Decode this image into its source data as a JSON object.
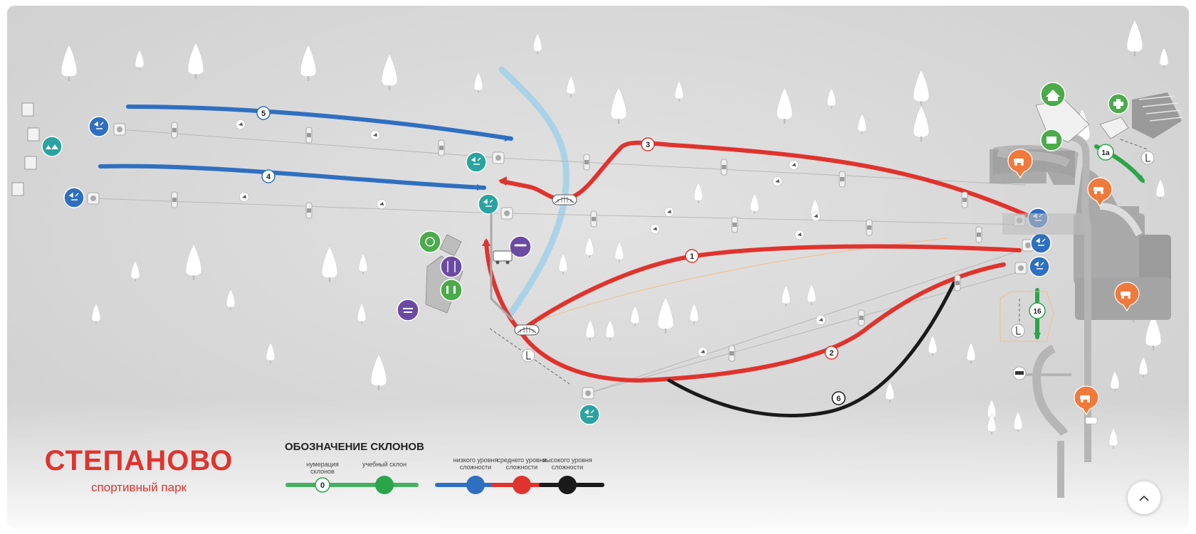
{
  "brand": {
    "name": "СТЕПАНОВО",
    "subtitle": "спортивный парк"
  },
  "legend": {
    "title": "ОБОЗНАЧЕНИЕ СКЛОНОВ",
    "items": [
      {
        "label": "нумерация склонов",
        "sample": "0",
        "color": "#2aa54a"
      },
      {
        "label": "учебный склон",
        "color": "#2aa54a"
      },
      {
        "label": "низкого уровня сложности",
        "color": "#2f6fc0"
      },
      {
        "label": "среднего уровня сложности",
        "color": "#e0332d"
      },
      {
        "label": "высокого уровня сложности",
        "color": "#1a1a1a"
      }
    ]
  },
  "slopes": [
    {
      "number": "1",
      "difficulty": "medium"
    },
    {
      "number": "2",
      "difficulty": "medium"
    },
    {
      "number": "3",
      "difficulty": "medium"
    },
    {
      "number": "4",
      "difficulty": "easy"
    },
    {
      "number": "5",
      "difficulty": "easy"
    },
    {
      "number": "6",
      "difficulty": "hard"
    },
    {
      "number": "1а",
      "difficulty": "training"
    },
    {
      "number": "16",
      "difficulty": "training"
    }
  ],
  "colors": {
    "easy": "#2f6fc0",
    "medium": "#e0332d",
    "hard": "#1a1a1a",
    "training": "#2aa54a",
    "lift_station": "#2ba3a0",
    "lift_station_blue": "#2f6fc0",
    "parking": "#f07a3c",
    "restaurant": "#6b4aa3",
    "service": "#4bab4a",
    "river": "#9ed0ea",
    "background": "#d6d6d6"
  },
  "icons": [
    "tree-icon",
    "lift-station-icon",
    "parking-icon",
    "restaurant-icon",
    "first-aid-icon",
    "wc-icon",
    "bridge-icon",
    "scroll-top-icon"
  ]
}
